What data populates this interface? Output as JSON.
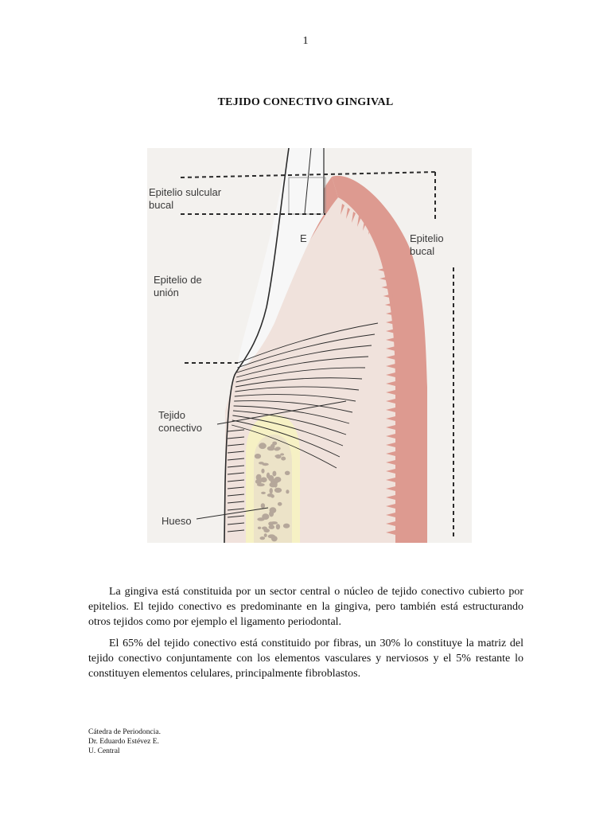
{
  "page": {
    "number": "1"
  },
  "document": {
    "title": "TEJIDO CONECTIVO GINGIVAL",
    "paragraphs": [
      "La gingiva está constituida por un sector central o núcleo de tejido conectivo cubierto por epitelios. El tejido conectivo es predominante en la gingiva, pero también está estructurando otros tejidos como por ejemplo el ligamento periodontal.",
      "El 65% del tejido conectivo está constituido por fibras, un 30% lo constituye la matriz del tejido conectivo conjuntamente con los elementos vasculares y nerviosos y el 5% restante lo constituyen elementos celulares, principalmente fibroblastos."
    ]
  },
  "figure": {
    "labels": {
      "epitelio_sulcular_line1": "Epitelio sulcular",
      "epitelio_sulcular_line2": "bucal",
      "e_marker": "E",
      "epitelio_bucal_line1": "Epitelio",
      "epitelio_bucal_line2": "bucal",
      "epitelio_union_line1": "Epitelio de",
      "epitelio_union_line2": "unión",
      "tejido_line1": "Tejido",
      "tejido_line2": "conectivo",
      "hueso": "Hueso"
    },
    "colors": {
      "background": "#f3f1ee",
      "connective_tissue": "#f0e2dc",
      "epithelium": "#dd9a90",
      "epithelium_dark": "#cf8378",
      "bone_outer": "#f6f1c4",
      "bone_inner": "#ece3c8",
      "bone_trabeculae": "#b5a79a",
      "lines": "#2a2a2a"
    }
  },
  "footer": {
    "lines": [
      "Cátedra de Periodoncia.",
      "Dr. Eduardo Estévez E.",
      "U. Central"
    ]
  }
}
